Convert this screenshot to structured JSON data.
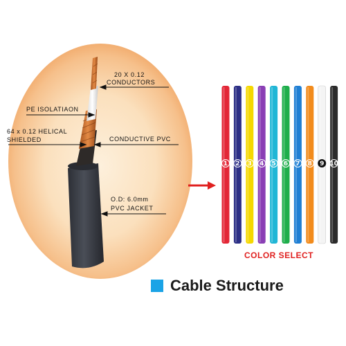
{
  "callouts": {
    "conductors_line1": "20 X 0.12",
    "conductors_line2": "CONDUCTORS",
    "pe_isolation": "PE ISOLATIAON",
    "helical_line1": "64 x 0.12 HELICAL",
    "helical_line2": "SHIELDED",
    "conductive_pvc": "CONDUCTIVE PVC",
    "od": "O.D: 6.0mm",
    "pvc_jacket": "PVC JACKET"
  },
  "color_select": {
    "label": "COLOR SELECT",
    "wires": [
      {
        "color": "#e32636",
        "number": "1"
      },
      {
        "color": "#2c2f86",
        "number": "2"
      },
      {
        "color": "#f5d800",
        "number": "3"
      },
      {
        "color": "#8a3fb5",
        "number": "4"
      },
      {
        "color": "#21b6d6",
        "number": "5"
      },
      {
        "color": "#1eae4b",
        "number": "6"
      },
      {
        "color": "#1f7fd4",
        "number": "7"
      },
      {
        "color": "#f28b1c",
        "number": "8"
      },
      {
        "color": "#f4f4f4",
        "number": "9"
      },
      {
        "color": "#2b2b2b",
        "number": "10"
      }
    ]
  },
  "footer": {
    "title": "Cable Structure",
    "accent": "#1aa3e6"
  },
  "colors": {
    "halo_center": "#fbe3c4",
    "halo_edge": "#f3b077",
    "jacket": "#3a3d44",
    "copper": "#c86a2c",
    "arrow_red": "#e0201f"
  }
}
